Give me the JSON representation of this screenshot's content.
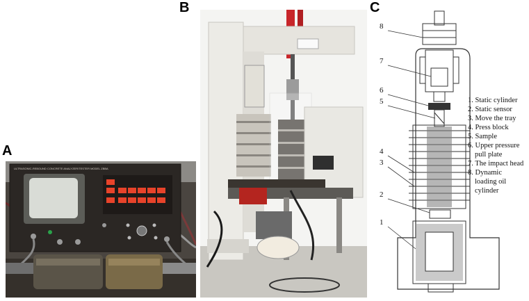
{
  "panels": [
    {
      "letter": "A"
    },
    {
      "letter": "B"
    },
    {
      "letter": "C"
    }
  ],
  "panel_a": {
    "device_label": "ULTRASONIC-REBOUND CONCRETE ANALYZER/TESTER   MODEL ZBBA"
  },
  "panel_c": {
    "callouts": [
      "1",
      "2",
      "3",
      "4",
      "5",
      "6",
      "7",
      "8"
    ],
    "legend": [
      "1. Static cylinder",
      "2. Static sensor",
      "3. Move the tray",
      "4. Press block",
      "5. Sample",
      "6. Upper pressure",
      "pull plate",
      "7. The impact head",
      "8. Dynamic",
      "loading oil",
      "cylinder"
    ]
  },
  "colors": {
    "display_red": "#e8432a",
    "device_body": "#2b2724",
    "bench": "#3a3530",
    "machine_frame": "#ecebe6",
    "hydraulic_red": "#c8262a",
    "drawing_line": "#333333"
  }
}
